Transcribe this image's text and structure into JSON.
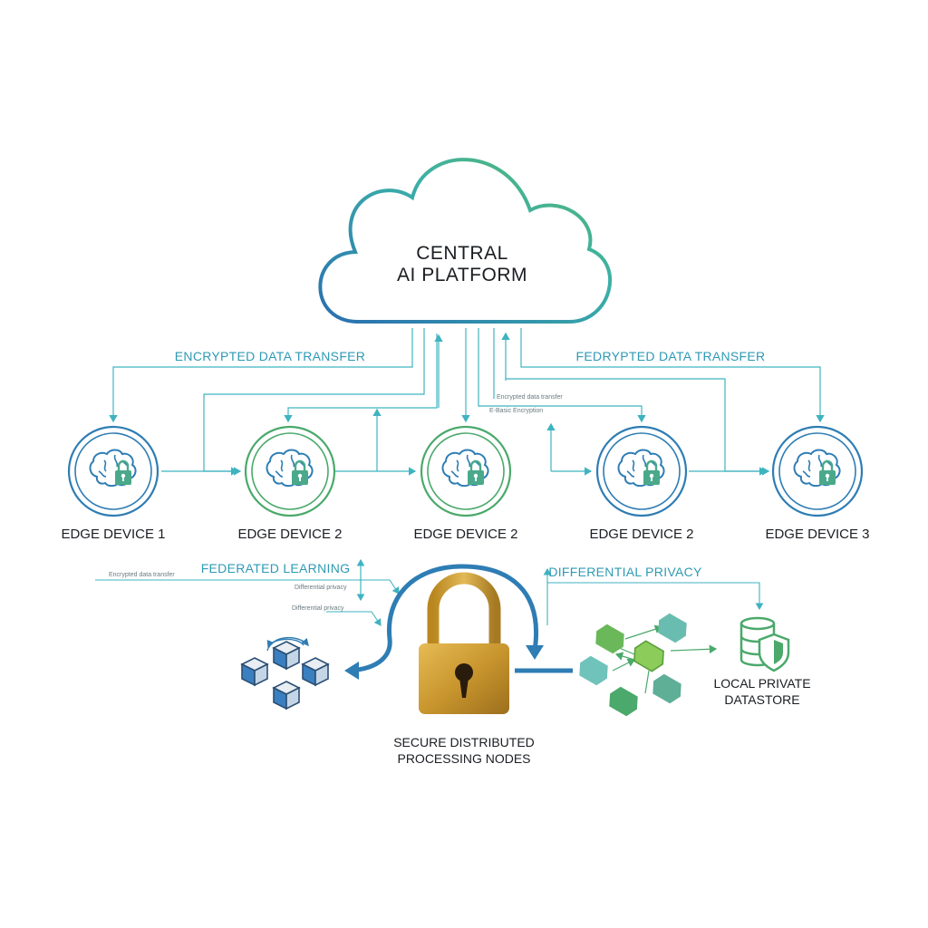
{
  "central": {
    "line1": "CENTRAL",
    "line2": "AI PLATFORM"
  },
  "flows": {
    "top_left": "ENCRYPTED DATA TRANSFER",
    "top_right": "FEDRYPTED DATA TRANSFER",
    "mid_small_1": "Encrypted data transfer",
    "mid_small_2": "E-Basic Encryption",
    "federated": "FEDERATED LEARNING",
    "differential": "DIFFERENTIAL PRIVACY",
    "small_left_1": "Encrypted data transfer",
    "small_left_2": "Differential privacy",
    "small_left_3": "Differential privacy"
  },
  "devices": [
    {
      "label": "EDGE DEVICE 1"
    },
    {
      "label": "EDGE DEVICE 2"
    },
    {
      "label": "EDGE DEVICE 2"
    },
    {
      "label": "EDGE DEVICE 2"
    },
    {
      "label": "EDGE DEVICE 3"
    }
  ],
  "nodes": {
    "line1": "SECURE DISTRIBUTED",
    "line2": "PROCESSING NODES"
  },
  "datastore": {
    "line1": "LOCAL PRIVATE",
    "line2": "DATASTORE"
  },
  "colors": {
    "blue": "#2e7db4",
    "teal": "#3fb3c0",
    "green": "#4aa96b",
    "gold": "#c9962e"
  },
  "icons": {
    "device": "brain-lock-icon",
    "nodes": "cubes-icon",
    "lock": "padlock-icon",
    "datastore": "database-shield-icon"
  }
}
